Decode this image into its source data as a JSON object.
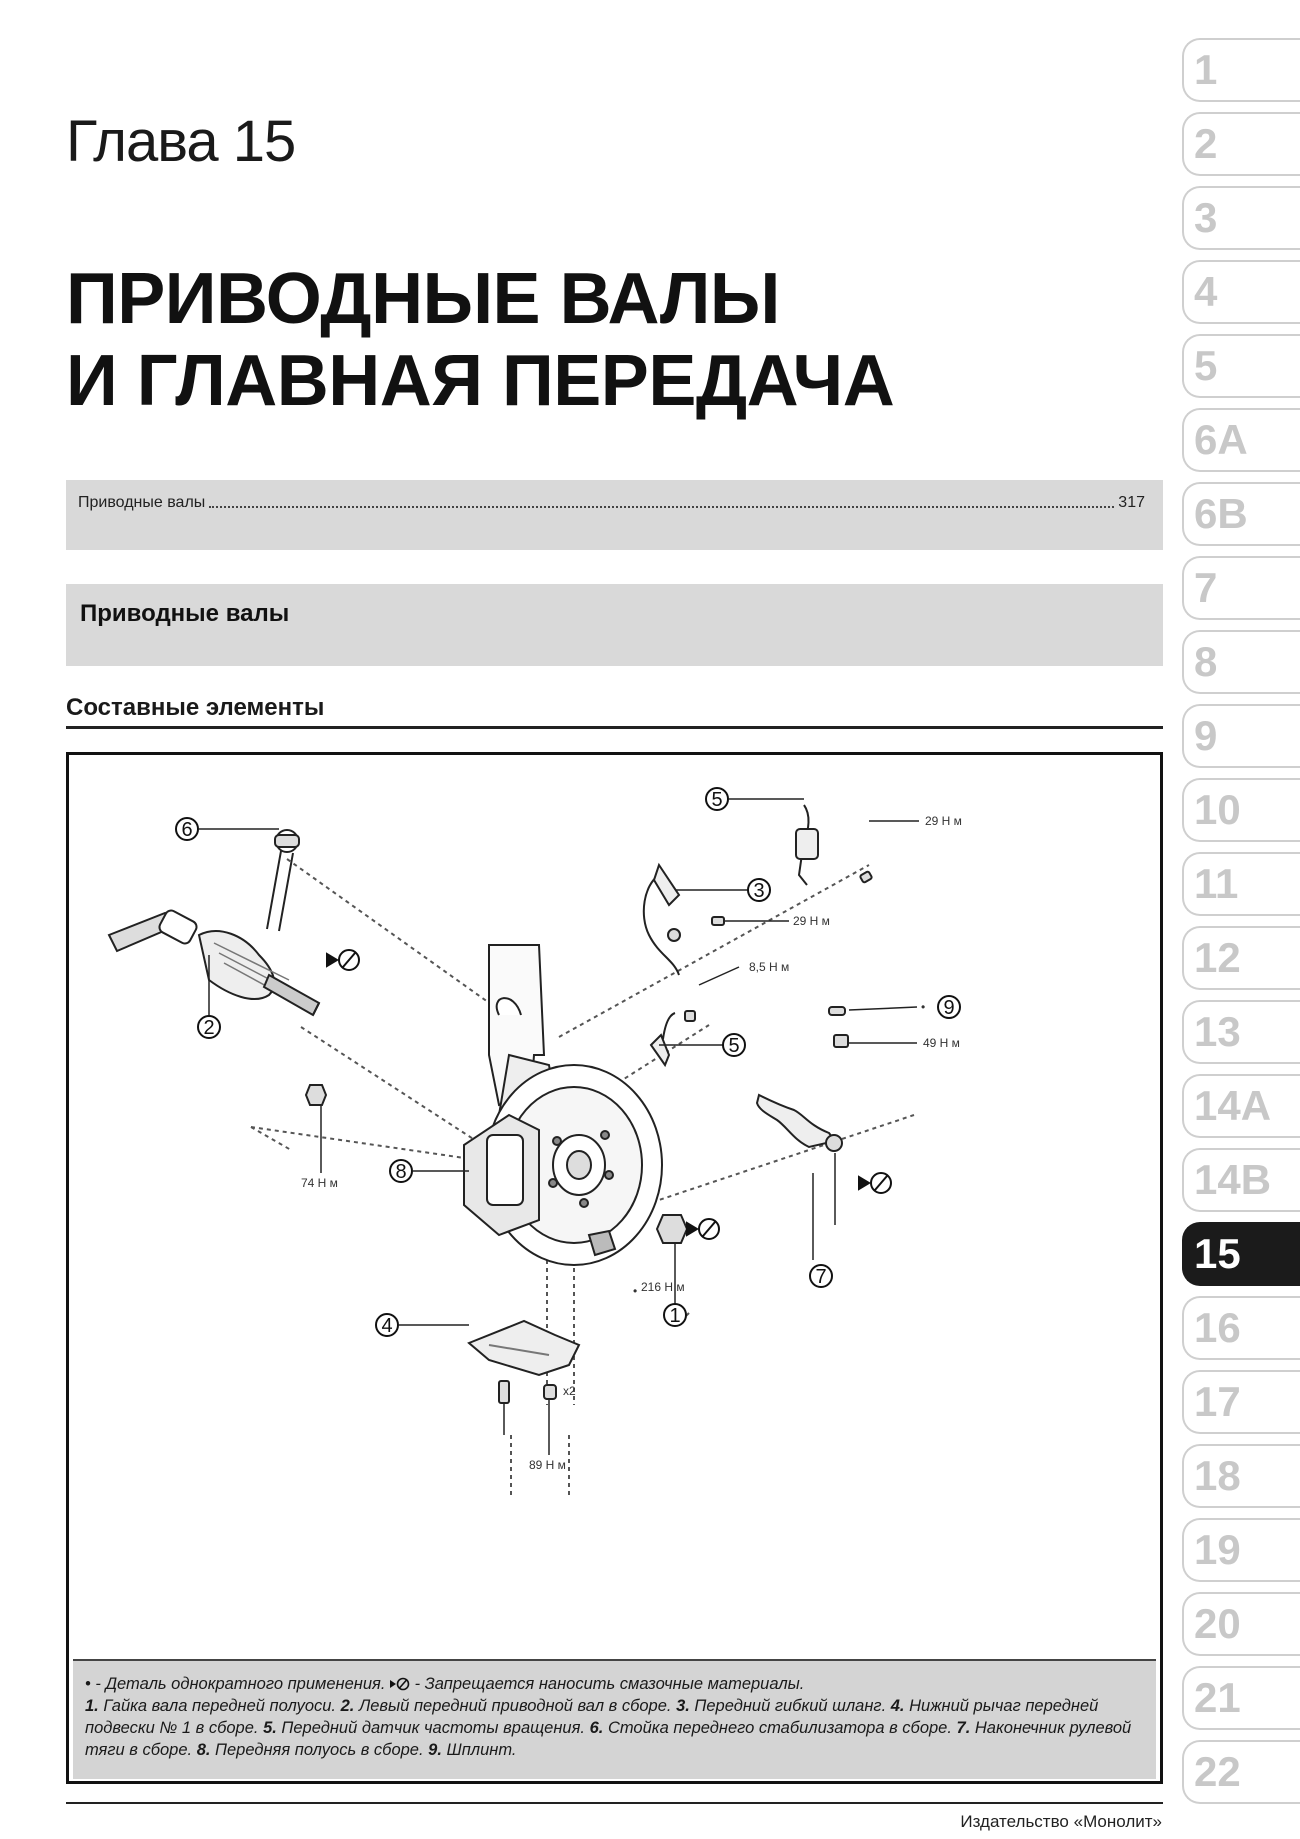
{
  "chapter": {
    "label": "Глава 15",
    "title_line1": "Приводные валы",
    "title_line2": "и главная передача"
  },
  "toc": {
    "entries": [
      {
        "title": "Приводные валы",
        "page": "317"
      }
    ]
  },
  "section": {
    "title": "Приводные валы"
  },
  "subsection": {
    "title": "Составные элементы"
  },
  "figure": {
    "callouts": [
      "1",
      "2",
      "3",
      "4",
      "5",
      "5",
      "6",
      "7",
      "8",
      "9"
    ],
    "torque_labels": {
      "sensor_bolt": "29 Н м",
      "hose_bolt": "29 Н м",
      "bracket_bolt": "8,5 Н м",
      "tie_rod_nut": "49 Н м",
      "stabilizer_nut": "74 Н м",
      "hub_nut": "216 Н м",
      "arm_bolts": "89 Н м"
    },
    "single_use_mark": "•",
    "multiplier": "x2",
    "icons": [
      "no-grease-icon",
      "single-use-dot-icon"
    ]
  },
  "caption": {
    "legend_single_use": "• - Деталь однократного применения.",
    "legend_no_grease": " - Запрещается наносить смазочные материалы.",
    "items": [
      {
        "num": "1.",
        "text": " Гайка вала передней полуоси. "
      },
      {
        "num": "2.",
        "text": " Левый передний приводной вал в сборе. "
      },
      {
        "num": "3.",
        "text": " Передний гибкий шланг. "
      },
      {
        "num": "4.",
        "text": " Нижний рычаг передней подвески № 1 в сборе. "
      },
      {
        "num": "5.",
        "text": " Передний датчик частоты вращения. "
      },
      {
        "num": "6.",
        "text": " Стойка переднего стабилизатора в сборе. "
      },
      {
        "num": "7.",
        "text": " Наконечник рулевой тяги в сборе. "
      },
      {
        "num": "8.",
        "text": " Передняя полуось в сборе. "
      },
      {
        "num": "9.",
        "text": " Шплинт."
      }
    ]
  },
  "footer": {
    "publisher": "Издательство «Монолит»"
  },
  "side_tabs": {
    "labels": [
      "1",
      "2",
      "3",
      "4",
      "5",
      "6A",
      "6B",
      "7",
      "8",
      "9",
      "10",
      "11",
      "12",
      "13",
      "14A",
      "14B",
      "15",
      "16",
      "17",
      "18",
      "19",
      "20",
      "21",
      "22"
    ],
    "active": "15"
  }
}
